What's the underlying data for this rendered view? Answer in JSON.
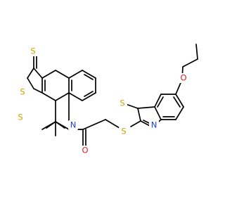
{
  "molecule": {
    "atoms": {
      "s_thione": {
        "label": "S",
        "color": "#C8A800"
      },
      "s_dithiole_top": {
        "label": "S",
        "color": "#C8A800"
      },
      "s_dithiole_bottom": {
        "label": "S",
        "color": "#C8A800"
      },
      "n_quinoline": {
        "label": "N",
        "color": "#1F3FE0"
      },
      "o_carbonyl": {
        "label": "O",
        "color": "#E21B1B"
      },
      "s_thioether": {
        "label": "S",
        "color": "#C8A800"
      },
      "s_benzothiazole": {
        "label": "S",
        "color": "#C8A800"
      },
      "n_benzothiazole": {
        "label": "N",
        "color": "#1F3FE0"
      },
      "o_ether": {
        "label": "O",
        "color": "#E21B1B"
      }
    }
  }
}
